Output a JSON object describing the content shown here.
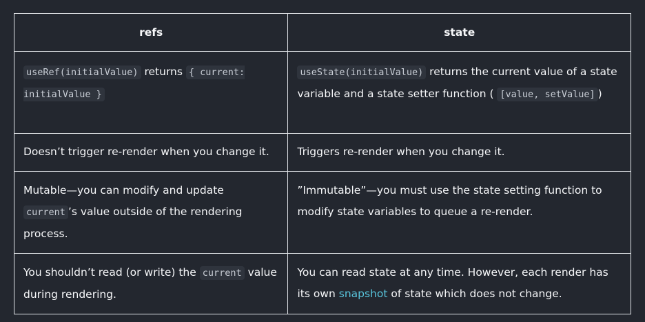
{
  "headers": {
    "refs": "refs",
    "state": "state"
  },
  "rows": [
    {
      "left": {
        "code1": "useRef(initialValue)",
        "text1": " returns ",
        "code2": "{ current: initialValue }"
      },
      "right": {
        "code1": "useState(initialValue)",
        "text1": " returns the current value of a state variable and a state setter function ( ",
        "code2": "[value, setValue]",
        "text2": ")"
      }
    },
    {
      "left": {
        "text": "Doesn’t trigger re-render when you change it."
      },
      "right": {
        "text": "Triggers re-render when you change it."
      }
    },
    {
      "left": {
        "text1": "Mutable—you can modify and update ",
        "code1": "current",
        "text2": "’s value outside of the rendering process."
      },
      "right": {
        "text": "”Immutable”—you must use the state setting function to modify state variables to queue a re-render."
      }
    },
    {
      "left": {
        "text1": "You shouldn’t read (or write) the ",
        "code1": "current",
        "text2": " value during rendering."
      },
      "right": {
        "text1": "You can read state at any time. However, each render has its own ",
        "link": "snapshot",
        "text2": " of state which does not change."
      }
    }
  ]
}
